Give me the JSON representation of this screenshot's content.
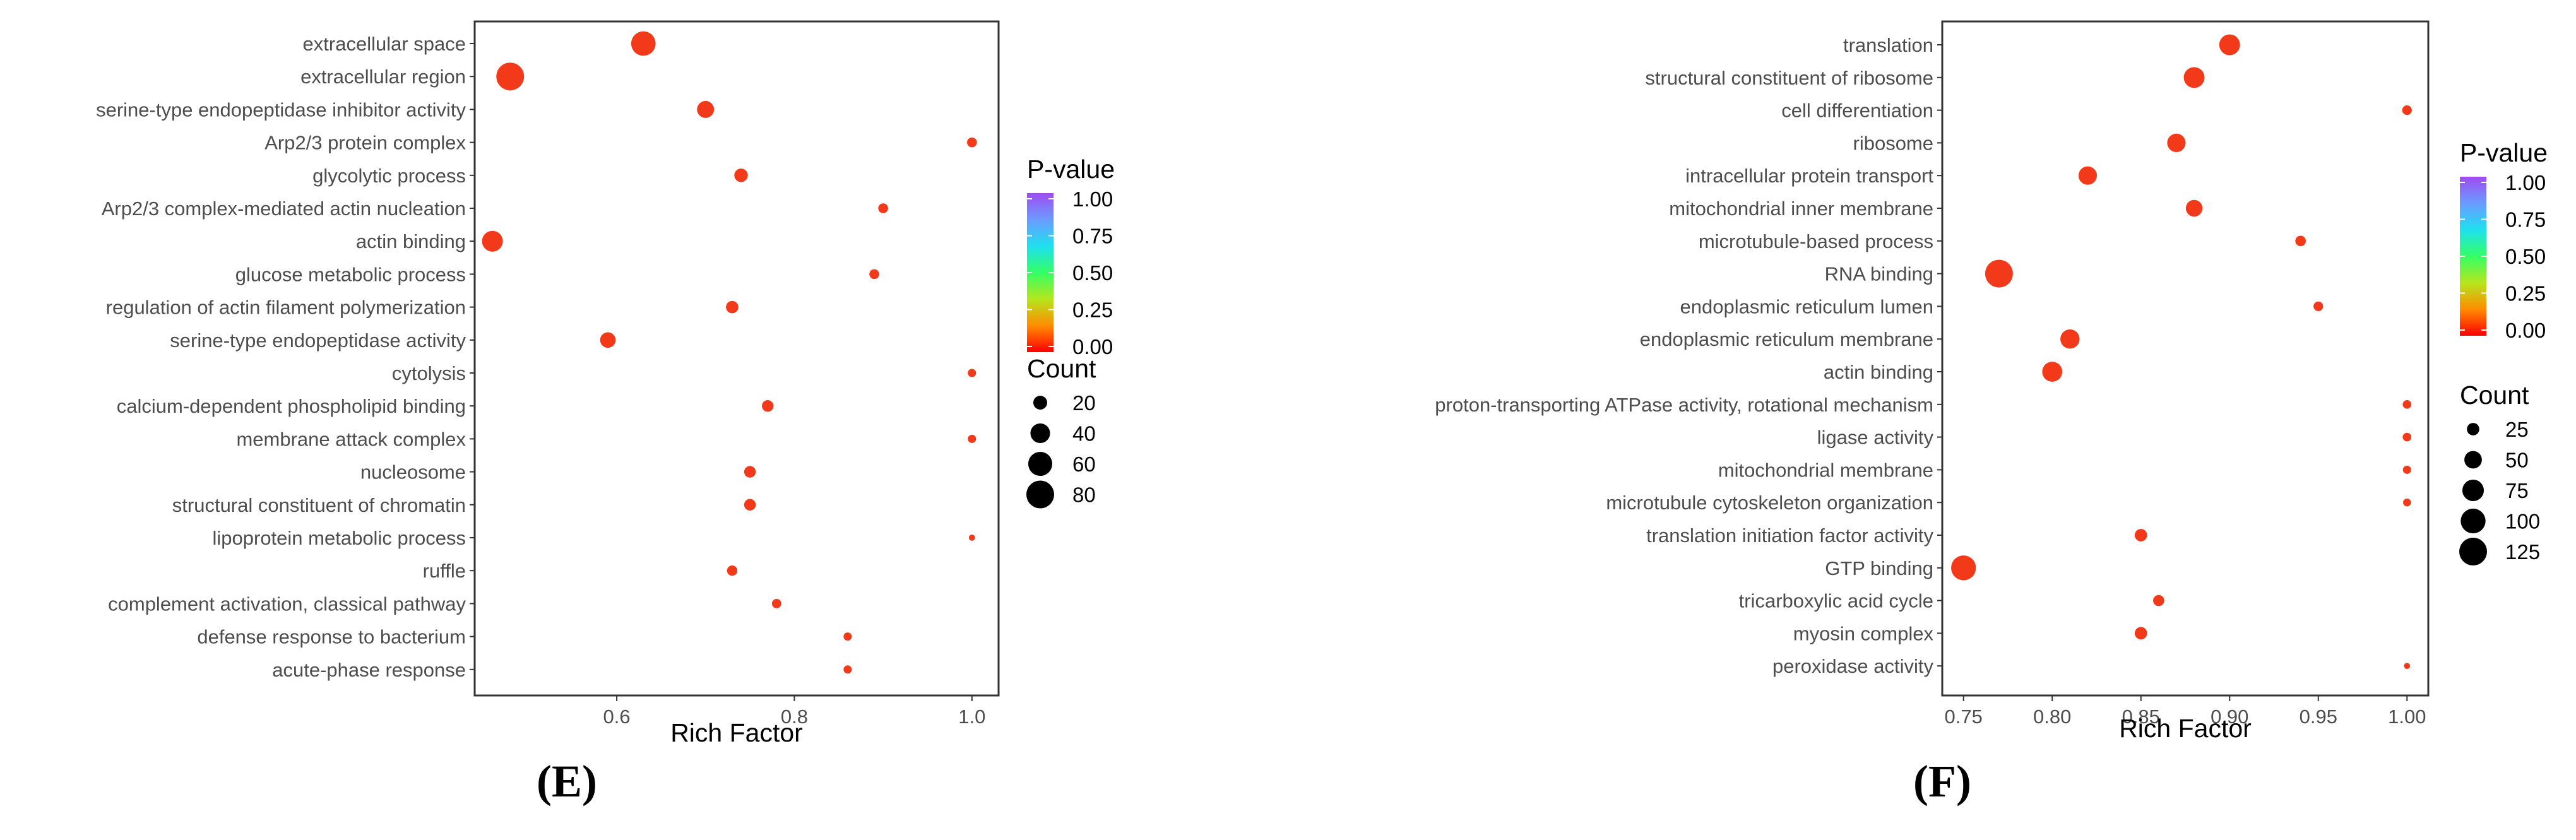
{
  "colors": {
    "low_p": "#FF0000",
    "dot_fill": "#F23A1A",
    "gradient": [
      "#FF0000",
      "#FF8C00",
      "#B5E61D",
      "#33FF66",
      "#1FE0F0",
      "#6B9BFF",
      "#A14BF0"
    ],
    "panel_border": "#333333",
    "tick_text": "#4d4d4d"
  },
  "chart_data": [
    {
      "type": "scatter",
      "panel_label": "(E)",
      "xlabel": "Rich Factor",
      "ylabel": "",
      "xlim": [
        0.44,
        1.03
      ],
      "x_ticks": [
        0.6,
        0.8,
        1.0
      ],
      "x_tick_labels": [
        "0.6",
        "0.8",
        "1.0"
      ],
      "grid": false,
      "legend_position": "right",
      "color_legend": {
        "title": "P-value",
        "ticks": [
          "1.00",
          "0.75",
          "0.50",
          "0.25",
          "0.00"
        ]
      },
      "size_legend": {
        "title": "Count",
        "values": [
          20,
          40,
          60,
          80
        ],
        "labels": [
          "20",
          "40",
          "60",
          "80"
        ]
      },
      "size_max": 80,
      "points": [
        {
          "term": "extracellular space",
          "rich_factor": 0.63,
          "count": 62,
          "p_value": 0.0
        },
        {
          "term": "extracellular region",
          "rich_factor": 0.48,
          "count": 80,
          "p_value": 0.0
        },
        {
          "term": "serine-type endopeptidase inhibitor activity",
          "rich_factor": 0.7,
          "count": 30,
          "p_value": 0.0
        },
        {
          "term": "Arp2/3 protein complex",
          "rich_factor": 1.0,
          "count": 10,
          "p_value": 0.0
        },
        {
          "term": "glycolytic process",
          "rich_factor": 0.74,
          "count": 19,
          "p_value": 0.0
        },
        {
          "term": "Arp2/3 complex-mediated actin nucleation",
          "rich_factor": 0.9,
          "count": 10,
          "p_value": 0.0
        },
        {
          "term": "actin binding",
          "rich_factor": 0.46,
          "count": 45,
          "p_value": 0.0
        },
        {
          "term": "glucose metabolic process",
          "rich_factor": 0.89,
          "count": 10,
          "p_value": 0.0
        },
        {
          "term": "regulation of actin filament polymerization",
          "rich_factor": 0.73,
          "count": 16,
          "p_value": 0.0
        },
        {
          "term": "serine-type endopeptidase activity",
          "rich_factor": 0.59,
          "count": 25,
          "p_value": 0.0
        },
        {
          "term": "cytolysis",
          "rich_factor": 1.0,
          "count": 7,
          "p_value": 0.0
        },
        {
          "term": "calcium-dependent phospholipid binding",
          "rich_factor": 0.77,
          "count": 14,
          "p_value": 0.0
        },
        {
          "term": "membrane attack complex",
          "rich_factor": 1.0,
          "count": 7,
          "p_value": 0.0
        },
        {
          "term": "nucleosome",
          "rich_factor": 0.75,
          "count": 14,
          "p_value": 0.0
        },
        {
          "term": "structural constituent of chromatin",
          "rich_factor": 0.75,
          "count": 14,
          "p_value": 0.0
        },
        {
          "term": "lipoprotein metabolic process",
          "rich_factor": 1.0,
          "count": 4,
          "p_value": 0.0
        },
        {
          "term": "ruffle",
          "rich_factor": 0.73,
          "count": 11,
          "p_value": 0.0
        },
        {
          "term": "complement activation, classical pathway",
          "rich_factor": 0.78,
          "count": 9,
          "p_value": 0.0
        },
        {
          "term": "defense response to bacterium",
          "rich_factor": 0.86,
          "count": 7,
          "p_value": 0.0
        },
        {
          "term": "acute-phase response",
          "rich_factor": 0.86,
          "count": 7,
          "p_value": 0.0
        }
      ]
    },
    {
      "type": "scatter",
      "panel_label": "(F)",
      "xlabel": "Rich Factor",
      "ylabel": "",
      "xlim": [
        0.738,
        1.012
      ],
      "x_ticks": [
        0.75,
        0.8,
        0.85,
        0.9,
        0.95,
        1.0
      ],
      "x_tick_labels": [
        "0.75",
        "0.80",
        "0.85",
        "0.90",
        "0.95",
        "1.00"
      ],
      "grid": false,
      "legend_position": "right",
      "color_legend": {
        "title": "P-value",
        "ticks": [
          "1.00",
          "0.75",
          "0.50",
          "0.25",
          "0.00"
        ]
      },
      "size_legend": {
        "title": "Count",
        "values": [
          25,
          50,
          75,
          100,
          125
        ],
        "labels": [
          "25",
          "50",
          "75",
          "100",
          "125"
        ]
      },
      "size_max": 125,
      "points": [
        {
          "term": "translation",
          "rich_factor": 0.9,
          "count": 70,
          "p_value": 0.0
        },
        {
          "term": "structural constituent of ribosome",
          "rich_factor": 0.88,
          "count": 70,
          "p_value": 0.0
        },
        {
          "term": "cell differentiation",
          "rich_factor": 1.0,
          "count": 15,
          "p_value": 0.0
        },
        {
          "term": "ribosome",
          "rich_factor": 0.87,
          "count": 55,
          "p_value": 0.0
        },
        {
          "term": "intracellular protein transport",
          "rich_factor": 0.82,
          "count": 55,
          "p_value": 0.0
        },
        {
          "term": "mitochondrial inner membrane",
          "rich_factor": 0.88,
          "count": 45,
          "p_value": 0.0
        },
        {
          "term": "microtubule-based process",
          "rich_factor": 0.94,
          "count": 18,
          "p_value": 0.0
        },
        {
          "term": "RNA binding",
          "rich_factor": 0.77,
          "count": 125,
          "p_value": 0.0
        },
        {
          "term": "endoplasmic reticulum lumen",
          "rich_factor": 0.95,
          "count": 15,
          "p_value": 0.0
        },
        {
          "term": "endoplasmic reticulum membrane",
          "rich_factor": 0.81,
          "count": 60,
          "p_value": 0.0
        },
        {
          "term": "actin binding",
          "rich_factor": 0.8,
          "count": 65,
          "p_value": 0.0
        },
        {
          "term": "proton-transporting ATPase activity, rotational mechanism",
          "rich_factor": 1.0,
          "count": 12,
          "p_value": 0.0
        },
        {
          "term": "ligase activity",
          "rich_factor": 1.0,
          "count": 12,
          "p_value": 0.0
        },
        {
          "term": "mitochondrial membrane",
          "rich_factor": 1.0,
          "count": 11,
          "p_value": 0.0
        },
        {
          "term": "microtubule cytoskeleton organization",
          "rich_factor": 1.0,
          "count": 10,
          "p_value": 0.0
        },
        {
          "term": "translation initiation factor activity",
          "rich_factor": 0.85,
          "count": 25,
          "p_value": 0.0
        },
        {
          "term": "GTP binding",
          "rich_factor": 0.75,
          "count": 100,
          "p_value": 0.0
        },
        {
          "term": "tricarboxylic acid cycle",
          "rich_factor": 0.86,
          "count": 20,
          "p_value": 0.0
        },
        {
          "term": "myosin complex",
          "rich_factor": 0.85,
          "count": 25,
          "p_value": 0.0
        },
        {
          "term": "peroxidase activity",
          "rich_factor": 1.0,
          "count": 6,
          "p_value": 0.0
        }
      ]
    }
  ]
}
